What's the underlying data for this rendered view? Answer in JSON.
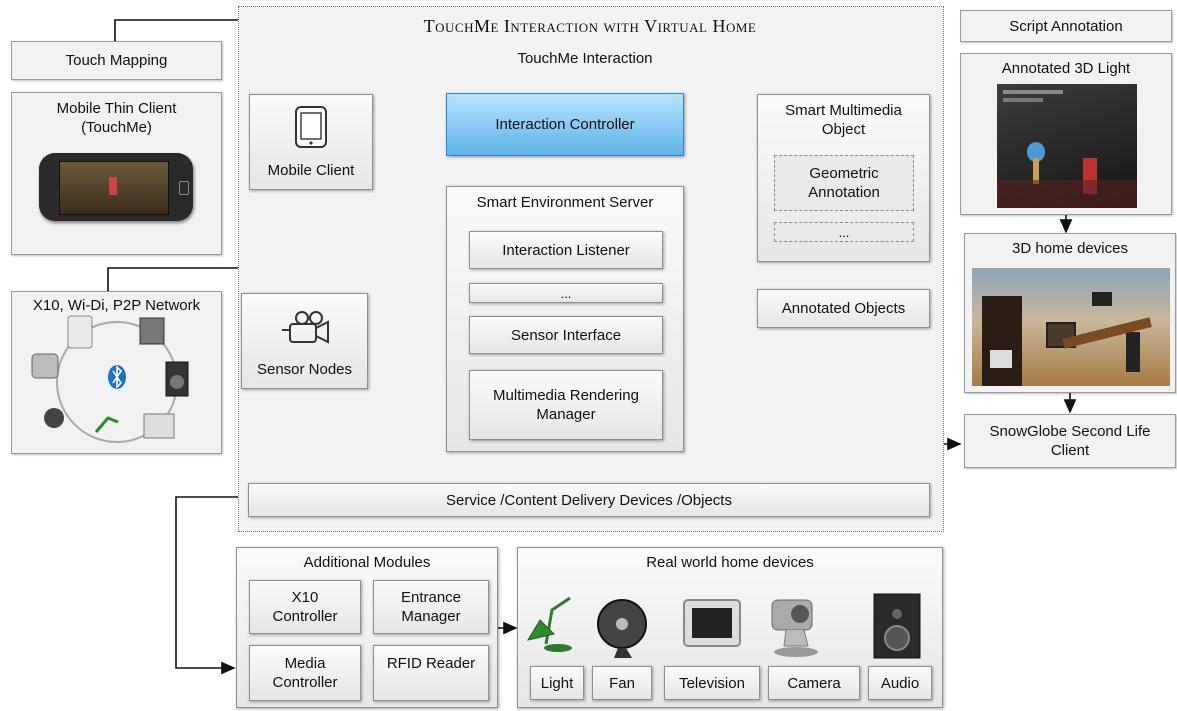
{
  "main_title": "TouchMe Interaction with Virtual Home",
  "touchme_interaction": "TouchMe Interaction",
  "left": {
    "touch_mapping": "Touch Mapping",
    "mobile_thin_client": "Mobile Thin Client\n(TouchMe)",
    "network_title": "X10, Wi-Di, P2P Network"
  },
  "center": {
    "mobile_client": "Mobile Client",
    "interaction_controller": "Interaction Controller",
    "smart_environment_server": "Smart Environment Server",
    "interaction_listener": "Interaction Listener",
    "ellipsis": "...",
    "sensor_interface": "Sensor Interface",
    "multimedia_rendering_manager": "Multimedia Rendering\nManager",
    "sensor_nodes": "Sensor Nodes",
    "smart_multimedia_object": "Smart Multimedia\nObject",
    "geometric_annotation": "Geometric\nAnnotation",
    "ellipsis_2": "...",
    "annotated_objects": "Annotated Objects",
    "service_delivery": "Service /Content Delivery Devices /Objects"
  },
  "right": {
    "script_annotation": "Script Annotation",
    "annotated_3d_light": "Annotated 3D Light",
    "home_devices_3d": "3D home devices",
    "snowglobe_client": "SnowGlobe Second Life\nClient"
  },
  "bottom": {
    "additional_modules": "Additional Modules",
    "x10_controller": "X10\nController",
    "entrance_manager": "Entrance\nManager",
    "media_controller": "Media\nController",
    "rfid_reader": "RFID Reader",
    "real_world_devices": "Real world home devices",
    "devices": [
      "Light",
      "Fan",
      "Television",
      "Camera",
      "Audio"
    ]
  },
  "colors": {
    "controller_blue": "#5fb2e8",
    "arrow_blue": "#4aa3e0",
    "arrow_yellow": "#f7d54a"
  }
}
